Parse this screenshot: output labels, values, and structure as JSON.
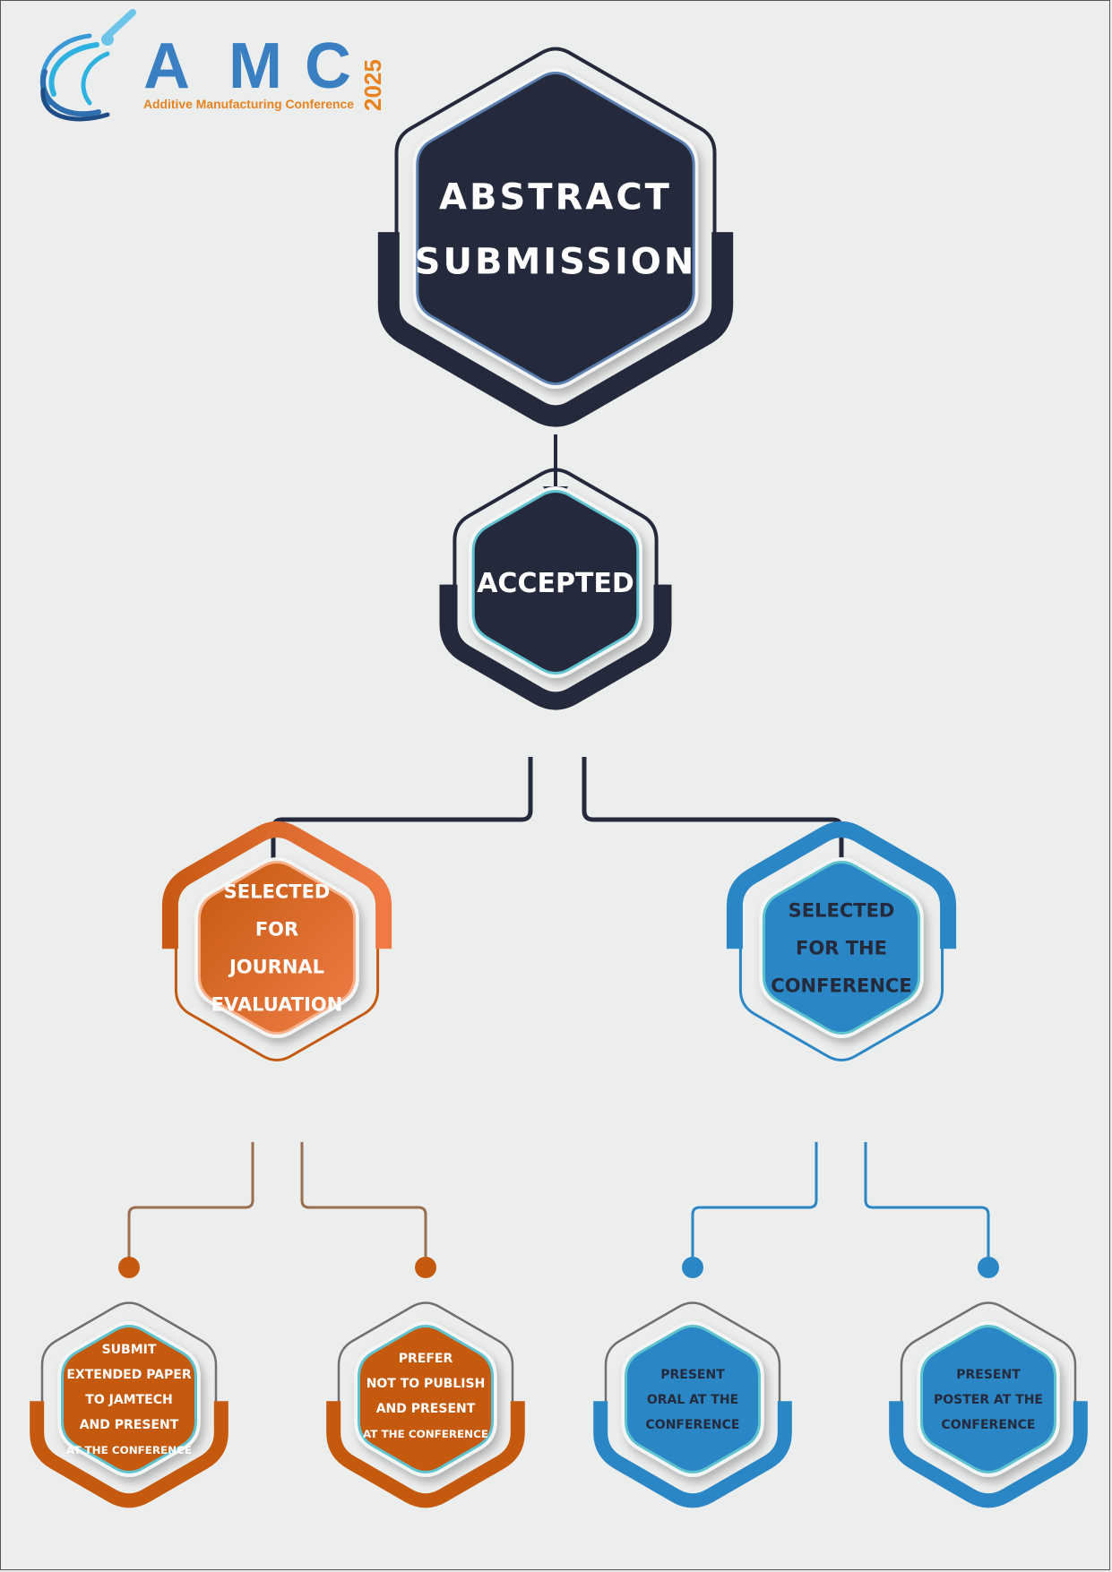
{
  "logo": {
    "letters": [
      "A",
      "M",
      "C"
    ],
    "subtitle": "Additive Manufacturing Conference",
    "year": "2025",
    "colors": {
      "primary": "#3a7fc1",
      "accent": "#e8821e",
      "light": "#2fb2e0",
      "dark": "#1f4e86"
    }
  },
  "colors": {
    "background": "#eceeed",
    "navy": "#242a3c",
    "orange": "#c55a0f",
    "orange_light": "#ec7840",
    "blue": "#2a86c5",
    "gray_outline": "#707070",
    "teal_rim": "#5ec2cf",
    "connector_brown": "#9a6e4e"
  },
  "nodes": {
    "abstract": {
      "lines": [
        "ABSTRACT",
        "SUBMISSION"
      ]
    },
    "accepted": {
      "lines": [
        "ACCEPTED"
      ]
    },
    "journal": {
      "lines": [
        "SELECTED",
        "FOR",
        "JOURNAL",
        "EVALUATION"
      ]
    },
    "conference": {
      "lines": [
        "SELECTED",
        "FOR THE",
        "CONFERENCE"
      ]
    },
    "extended": {
      "lines": [
        "SUBMIT",
        "EXTENDED PAPER",
        "TO JAMTECH",
        "AND PRESENT",
        "AT THE CONFERENCE"
      ]
    },
    "no_publish": {
      "lines": [
        "PREFER",
        "NOT TO PUBLISH",
        "AND PRESENT",
        "AT THE CONFERENCE"
      ]
    },
    "oral": {
      "lines": [
        "PRESENT",
        "ORAL AT THE",
        "CONFERENCE"
      ]
    },
    "poster": {
      "lines": [
        "PRESENT",
        "POSTER AT THE",
        "CONFERENCE"
      ]
    }
  }
}
